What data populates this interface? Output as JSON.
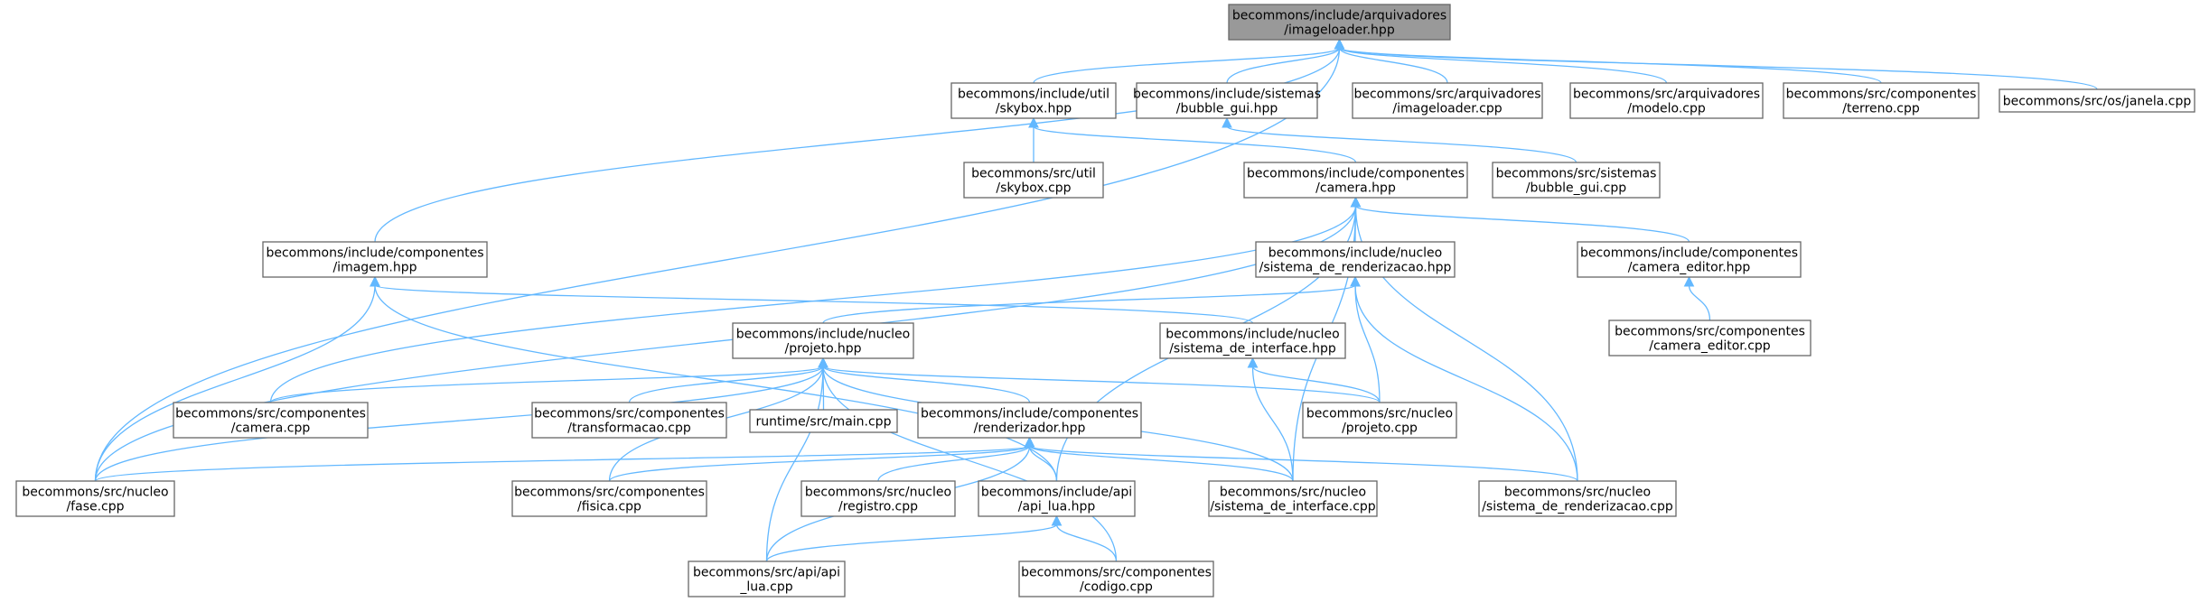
{
  "theme": {
    "edge_color": "#63b8ff",
    "node_border": "#666666",
    "root_fill": "#999999",
    "node_fill": "#ffffff"
  },
  "nodes": [
    {
      "id": "imageloader_hpp",
      "lines": [
        "becommons/include/arquivadores",
        "/imageloader.hpp"
      ],
      "root": true
    },
    {
      "id": "skybox_hpp",
      "lines": [
        "becommons/include/util",
        "/skybox.hpp"
      ]
    },
    {
      "id": "bubble_gui_hpp",
      "lines": [
        "becommons/include/sistemas",
        "/bubble_gui.hpp"
      ]
    },
    {
      "id": "imageloader_cpp",
      "lines": [
        "becommons/src/arquivadores",
        "/imageloader.cpp"
      ]
    },
    {
      "id": "modelo_cpp",
      "lines": [
        "becommons/src/arquivadores",
        "/modelo.cpp"
      ]
    },
    {
      "id": "terreno_cpp",
      "lines": [
        "becommons/src/componentes",
        "/terreno.cpp"
      ]
    },
    {
      "id": "janela_cpp",
      "lines": [
        "becommons/src/os/janela.cpp"
      ]
    },
    {
      "id": "skybox_cpp",
      "lines": [
        "becommons/src/util",
        "/skybox.cpp"
      ]
    },
    {
      "id": "camera_hpp",
      "lines": [
        "becommons/include/componentes",
        "/camera.hpp"
      ]
    },
    {
      "id": "bubble_gui_cpp",
      "lines": [
        "becommons/src/sistemas",
        "/bubble_gui.cpp"
      ]
    },
    {
      "id": "imagem_hpp",
      "lines": [
        "becommons/include/componentes",
        "/imagem.hpp"
      ]
    },
    {
      "id": "sistema_render_hpp",
      "lines": [
        "becommons/include/nucleo",
        "/sistema_de_renderizacao.hpp"
      ]
    },
    {
      "id": "camera_editor_hpp",
      "lines": [
        "becommons/include/componentes",
        "/camera_editor.hpp"
      ]
    },
    {
      "id": "camera_editor_cpp",
      "lines": [
        "becommons/src/componentes",
        "/camera_editor.cpp"
      ]
    },
    {
      "id": "projeto_hpp",
      "lines": [
        "becommons/include/nucleo",
        "/projeto.hpp"
      ]
    },
    {
      "id": "sistema_interface_hpp",
      "lines": [
        "becommons/include/nucleo",
        "/sistema_de_interface.hpp"
      ]
    },
    {
      "id": "camera_cpp",
      "lines": [
        "becommons/src/componentes",
        "/camera.cpp"
      ]
    },
    {
      "id": "transformacao_cpp",
      "lines": [
        "becommons/src/componentes",
        "/transformacao.cpp"
      ]
    },
    {
      "id": "main_cpp",
      "lines": [
        "runtime/src/main.cpp"
      ]
    },
    {
      "id": "renderizador_hpp",
      "lines": [
        "becommons/include/componentes",
        "/renderizador.hpp"
      ]
    },
    {
      "id": "projeto_cpp",
      "lines": [
        "becommons/src/nucleo",
        "/projeto.cpp"
      ]
    },
    {
      "id": "fase_cpp",
      "lines": [
        "becommons/src/nucleo",
        "/fase.cpp"
      ]
    },
    {
      "id": "fisica_cpp",
      "lines": [
        "becommons/src/componentes",
        "/fisica.cpp"
      ]
    },
    {
      "id": "registro_cpp",
      "lines": [
        "becommons/src/nucleo",
        "/registro.cpp"
      ]
    },
    {
      "id": "api_lua_hpp",
      "lines": [
        "becommons/include/api",
        "/api_lua.hpp"
      ]
    },
    {
      "id": "sistema_interface_cpp",
      "lines": [
        "becommons/src/nucleo",
        "/sistema_de_interface.cpp"
      ]
    },
    {
      "id": "sistema_render_cpp",
      "lines": [
        "becommons/src/nucleo",
        "/sistema_de_renderizacao.cpp"
      ]
    },
    {
      "id": "api_lua_cpp",
      "lines": [
        "becommons/src/api/api",
        "_lua.cpp"
      ]
    },
    {
      "id": "codigo_cpp",
      "lines": [
        "becommons/src/componentes",
        "/codigo.cpp"
      ]
    }
  ],
  "edges": [
    [
      "imageloader_hpp",
      "skybox_hpp"
    ],
    [
      "imageloader_hpp",
      "bubble_gui_hpp"
    ],
    [
      "imageloader_hpp",
      "imageloader_cpp"
    ],
    [
      "imageloader_hpp",
      "modelo_cpp"
    ],
    [
      "imageloader_hpp",
      "terreno_cpp"
    ],
    [
      "imageloader_hpp",
      "janela_cpp"
    ],
    [
      "imageloader_hpp",
      "imagem_hpp"
    ],
    [
      "imageloader_hpp",
      "fase_cpp"
    ],
    [
      "skybox_hpp",
      "skybox_cpp"
    ],
    [
      "skybox_hpp",
      "camera_hpp"
    ],
    [
      "bubble_gui_hpp",
      "bubble_gui_cpp"
    ],
    [
      "camera_hpp",
      "sistema_render_hpp"
    ],
    [
      "camera_hpp",
      "camera_editor_hpp"
    ],
    [
      "camera_hpp",
      "camera_cpp"
    ],
    [
      "camera_hpp",
      "fase_cpp"
    ],
    [
      "camera_hpp",
      "api_lua_hpp"
    ],
    [
      "camera_hpp",
      "sistema_interface_cpp"
    ],
    [
      "camera_hpp",
      "sistema_render_cpp"
    ],
    [
      "camera_editor_hpp",
      "camera_editor_cpp"
    ],
    [
      "imagem_hpp",
      "sistema_interface_hpp"
    ],
    [
      "imagem_hpp",
      "fase_cpp"
    ],
    [
      "imagem_hpp",
      "api_lua_hpp"
    ],
    [
      "sistema_render_hpp",
      "projeto_hpp"
    ],
    [
      "sistema_render_hpp",
      "projeto_cpp"
    ],
    [
      "sistema_render_hpp",
      "sistema_render_cpp"
    ],
    [
      "sistema_interface_hpp",
      "projeto_cpp"
    ],
    [
      "sistema_interface_hpp",
      "sistema_interface_cpp"
    ],
    [
      "projeto_hpp",
      "camera_cpp"
    ],
    [
      "projeto_hpp",
      "transformacao_cpp"
    ],
    [
      "projeto_hpp",
      "main_cpp"
    ],
    [
      "projeto_hpp",
      "renderizador_hpp"
    ],
    [
      "projeto_hpp",
      "projeto_cpp"
    ],
    [
      "projeto_hpp",
      "fase_cpp"
    ],
    [
      "projeto_hpp",
      "fisica_cpp"
    ],
    [
      "projeto_hpp",
      "api_lua_cpp"
    ],
    [
      "projeto_hpp",
      "codigo_cpp"
    ],
    [
      "projeto_hpp",
      "sistema_interface_cpp"
    ],
    [
      "renderizador_hpp",
      "fase_cpp"
    ],
    [
      "renderizador_hpp",
      "fisica_cpp"
    ],
    [
      "renderizador_hpp",
      "registro_cpp"
    ],
    [
      "renderizador_hpp",
      "api_lua_hpp"
    ],
    [
      "renderizador_hpp",
      "sistema_interface_cpp"
    ],
    [
      "renderizador_hpp",
      "sistema_render_cpp"
    ],
    [
      "renderizador_hpp",
      "api_lua_cpp"
    ],
    [
      "api_lua_hpp",
      "api_lua_cpp"
    ],
    [
      "api_lua_hpp",
      "codigo_cpp"
    ]
  ]
}
